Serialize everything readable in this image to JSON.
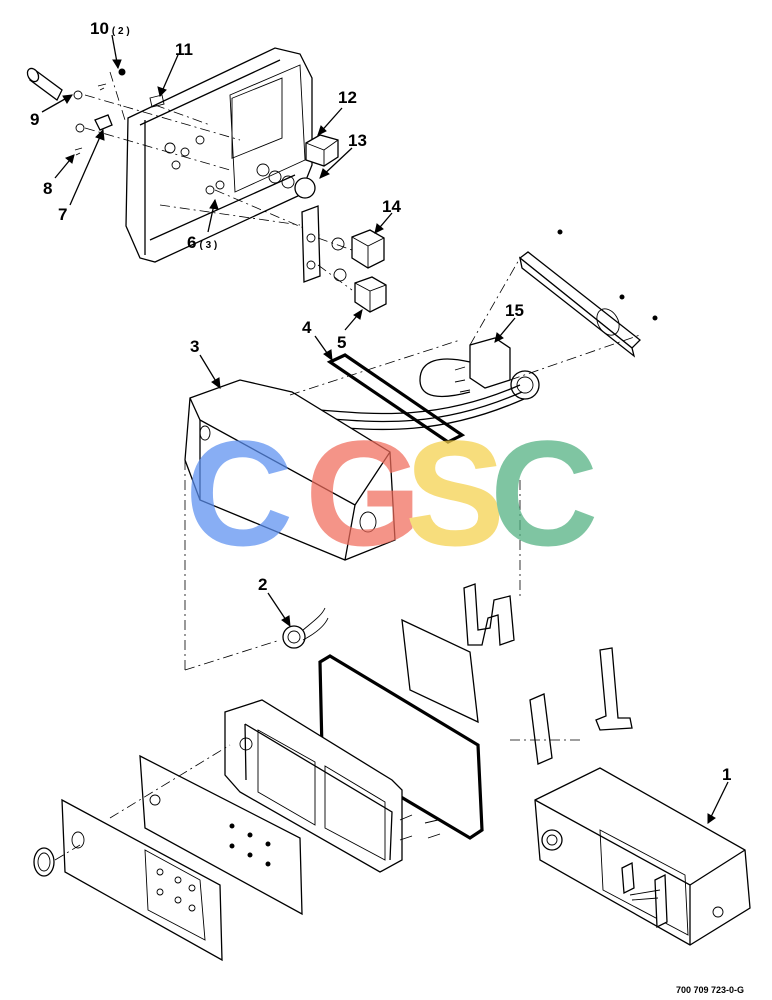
{
  "diagram": {
    "callouts": [
      {
        "id": "1",
        "text": "1"
      },
      {
        "id": "2",
        "text": "2"
      },
      {
        "id": "3",
        "text": "3"
      },
      {
        "id": "4",
        "text": "4"
      },
      {
        "id": "5",
        "text": "5"
      },
      {
        "id": "6",
        "text": "6",
        "qty": "( 3 )"
      },
      {
        "id": "7",
        "text": "7"
      },
      {
        "id": "8",
        "text": "8"
      },
      {
        "id": "9",
        "text": "9"
      },
      {
        "id": "10",
        "text": "10",
        "qty": "( 2 )"
      },
      {
        "id": "11",
        "text": "11"
      },
      {
        "id": "12",
        "text": "12"
      },
      {
        "id": "13",
        "text": "13"
      },
      {
        "id": "14",
        "text": "14"
      },
      {
        "id": "15",
        "text": "15"
      }
    ],
    "document_number": "700 709 723-0-G"
  },
  "watermark": {
    "letters": [
      "C",
      "G",
      "S",
      "C"
    ],
    "colors": [
      "#5b8ff0",
      "#f06b5b",
      "#f5d04a",
      "#4fb07f"
    ]
  }
}
